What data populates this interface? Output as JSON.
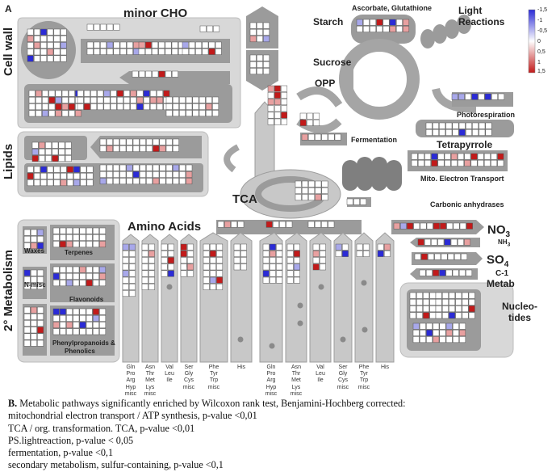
{
  "panel_label": "A",
  "legend": {
    "ticks": [
      "-1,5",
      "-1",
      "-0,5",
      "0",
      "0,5",
      "1",
      "1,5"
    ],
    "low_color": "#2b2bd6",
    "mid_color": "#ffffff",
    "high_color": "#c21a1a"
  },
  "pathways": {
    "minor_cho": "minor CHO",
    "cell_wall": "Cell wall",
    "lipids": "Lipids",
    "starch": "Starch",
    "sucrose": "Sucrose",
    "opp": "OPP",
    "fermentation": "Fermentation",
    "ascorbate": "Ascorbate, Glutathione",
    "light_reactions_1": "Light",
    "light_reactions_2": "Reactions",
    "photorespiration": "Photorespiration",
    "tetrapyrrole": "Tetrapyrrole",
    "mito": "Mito. Electron Transport",
    "carbonic": "Carbonic anhydrases",
    "tca": "TCA",
    "amino_acids": "Amino Acids",
    "no3": "NO",
    "no3_sub": "3",
    "nh3": "NH",
    "nh3_sub": "3",
    "so4": "SO",
    "so4_sub": "4",
    "c1_metab_1": "C-1",
    "c1_metab_2": "Metab",
    "nucleotides_1": "Nucleo-",
    "nucleotides_2": "tides",
    "secondary": "2° Metabolism",
    "waxes": "Waxes",
    "terpenes": "Terpenes",
    "flavonoids": "Flavonoids",
    "n_misc": "N-misc",
    "phenylpropanoids_1": "Phenylpropanoids &",
    "phenylpropanoids_2": "Phenolics"
  },
  "amino_acid_groups": [
    [
      "Gln",
      "Pro",
      "Arg",
      "Hyp",
      "misc"
    ],
    [
      "Asn",
      "Thr",
      "Met",
      "Lys",
      "misc"
    ],
    [
      "Val",
      "Leu",
      "Ile"
    ],
    [
      "Ser",
      "Gly",
      "Cys",
      "misc"
    ],
    [
      "Phe",
      "Tyr",
      "Trp",
      "misc"
    ],
    [
      "His"
    ],
    [
      "Gln",
      "Pro",
      "Arg",
      "Hyp",
      "misc"
    ],
    [
      "Asn",
      "Thr",
      "Met",
      "Lys",
      "misc"
    ],
    [
      "Val",
      "Leu",
      "Ile"
    ],
    [
      "Ser",
      "Gly",
      "Cys",
      "misc"
    ],
    [
      "Phe",
      "Tyr",
      "Trp",
      "misc"
    ],
    [
      "His"
    ]
  ],
  "caption": {
    "heading": "B.",
    "line1": "Metabolic pathways significantly enriched by Wilcoxon rank test, Benjamini-Hochberg corrected:",
    "line2": "mitochondrial electron transport / ATP synthesis, p-value <0,01",
    "line3": "TCA / org. transformation. TCA, p-value <0,01",
    "line4": "PS.lightreaction, p-value < 0,05",
    "line5": "fermentation, p-value <0,1",
    "line6": "secondary metabolism, sulfur-containing, p-value <0,1"
  }
}
